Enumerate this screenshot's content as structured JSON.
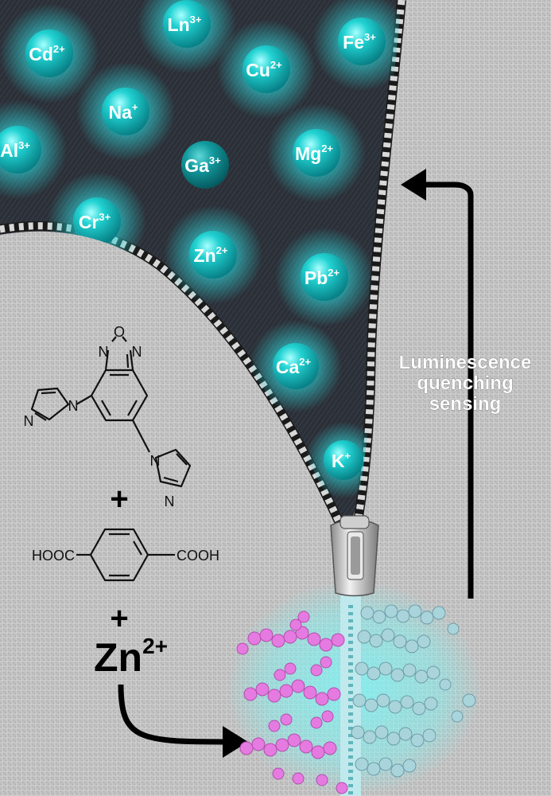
{
  "ions": [
    {
      "symbol": "Cd",
      "charge": "2+"
    },
    {
      "symbol": "Ln",
      "charge": "3+"
    },
    {
      "symbol": "Cu",
      "charge": "2+"
    },
    {
      "symbol": "Fe",
      "charge": "3+"
    },
    {
      "symbol": "Na",
      "charge": "+"
    },
    {
      "symbol": "Al",
      "charge": "3+"
    },
    {
      "symbol": "Ga",
      "charge": "3+"
    },
    {
      "symbol": "Mg",
      "charge": "2+"
    },
    {
      "symbol": "Cr",
      "charge": "3+"
    },
    {
      "symbol": "Zn",
      "charge": "2+"
    },
    {
      "symbol": "Pb",
      "charge": "2+"
    },
    {
      "symbol": "Ca",
      "charge": "2+"
    },
    {
      "symbol": "K",
      "charge": "+"
    }
  ],
  "ligand": {
    "atom_O": "O",
    "atom_N": "N"
  },
  "plus_sign": "+",
  "acid": {
    "left": "HOOC",
    "right": "COOH"
  },
  "metal": {
    "symbol": "Zn",
    "charge": "2+"
  },
  "arrow_label": [
    "Luminescence",
    "quenching",
    "sensing"
  ],
  "colors": {
    "denim": "#2b3038",
    "fabric": "#bdbdbd",
    "ion": "#1ec9c9",
    "ion_glow": "#28d8d8",
    "framework_a": "#e57be0",
    "framework_b": "#a9d4dc"
  }
}
